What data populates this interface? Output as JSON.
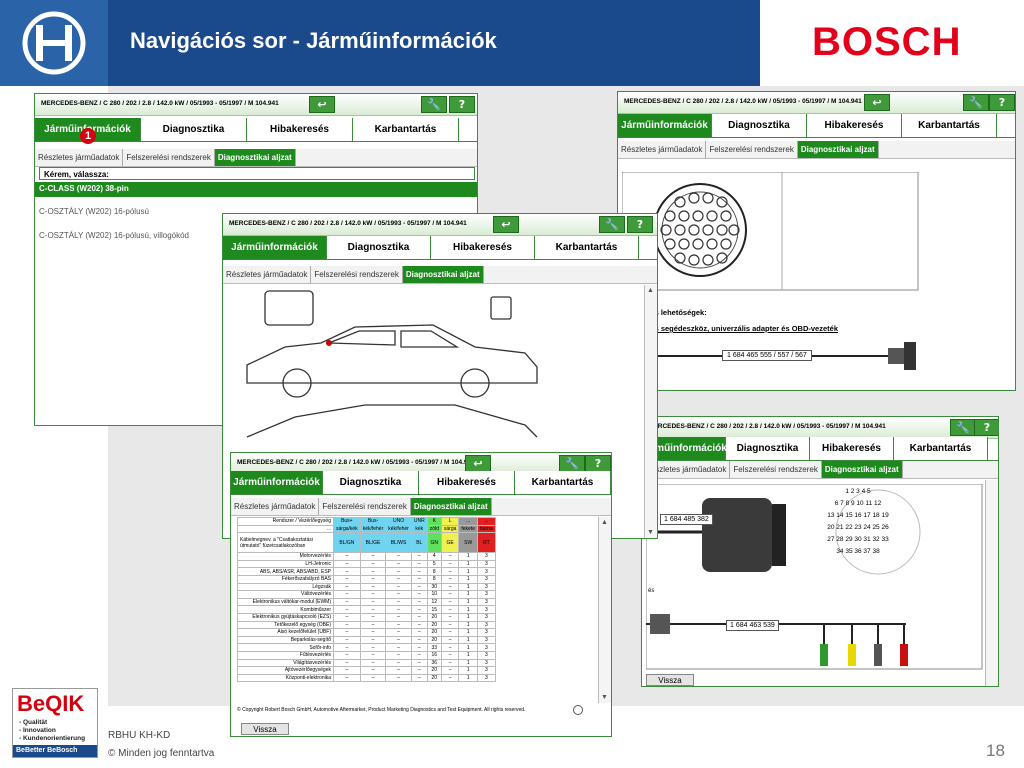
{
  "slide": {
    "title": "Navigációs sor - Járműinformációk",
    "brand": "BOSCH",
    "footer_left1": "RBHU  KH-KD",
    "footer_left2": "© Minden jog fenntartva",
    "page_number": "18",
    "beqik": {
      "logo": "BeQIK",
      "lines": [
        "- Qualität",
        "- Innovation",
        "- Kundenorientierung"
      ],
      "strip": "BeBetter  BeBosch"
    }
  },
  "vehicle_line": "MERCEDES-BENZ / C 280 / 202 / 2.8 / 142.0 kW / 05/1993 - 05/1997 / M 104.941",
  "tabs": [
    "Járműinformációk",
    "Diagnosztika",
    "Hibakeresés",
    "Karbantartás"
  ],
  "subtabs": [
    "Részletes járműadatok",
    "Felszerelési rendszerek",
    "Diagnosztikai aljzat"
  ],
  "callout": "1",
  "win1": {
    "prompt": "Kérem, válassza:",
    "options": [
      "C-CLASS (W202) 38-pin",
      "C-OSZTÁLY (W202) 16-pólusú",
      "C-OSZTÁLY (W202) 16-pólusú, villogókód"
    ]
  },
  "win2": {
    "section_text": "ós lehetőségek:",
    "link_text": "ós segédeszköz, univerzális adapter és OBD-vezeték",
    "cable_part": "1 684 465 555 / 557 / 567"
  },
  "win4": {
    "part_top": "1 684 485 382",
    "part_bottom": "1 684 463 539",
    "pin_rows": [
      "1 2 3 4 5",
      "6 7 8 9 10 11 12",
      "13 14 15 16 17 18 19",
      "20 21 22 23 24 25 26",
      "27 28 29 30 31 32 33",
      "34 35 36 37 38"
    ],
    "small_text": "és",
    "back_label": "Vissza"
  },
  "win5": {
    "header_cols": [
      "Bus+",
      "Bus-",
      "UNO",
      "UNR",
      "K",
      "L",
      "...",
      "..."
    ],
    "header_row2": [
      "",
      "sárga/kék",
      "kék/fehér",
      "kék/fehér",
      "kék",
      "zöld",
      "sárga",
      "fekete",
      "barna"
    ],
    "header_labels": [
      "Rendszer / Vezérlőegység",
      "...",
      "Kábelmegnev. a \"Csatlakoztatási útmutató\" füzetcsatlakozóban"
    ],
    "header_row3": [
      "BL/GN",
      "BL/GE",
      "BL/WS",
      "BL",
      "GN",
      "GE",
      "SW",
      "RT"
    ],
    "rows": [
      [
        "Motorvezérlés",
        "–",
        "–",
        "–",
        "–",
        "4",
        "–",
        "1",
        "3"
      ],
      [
        "LH-Jetronic",
        "–",
        "–",
        "–",
        "–",
        "5",
        "–",
        "1",
        "3"
      ],
      [
        "ABS, ABS/ASR, ABS/ABD, ESP",
        "–",
        "–",
        "–",
        "–",
        "8",
        "–",
        "1",
        "3"
      ],
      [
        "Fékerőszabályzó BAS",
        "–",
        "–",
        "–",
        "–",
        "8",
        "–",
        "1",
        "3"
      ],
      [
        "Légzsák",
        "–",
        "–",
        "–",
        "–",
        "30",
        "–",
        "1",
        "3"
      ],
      [
        "Váltóvezérlés",
        "–",
        "–",
        "–",
        "–",
        "10",
        "–",
        "1",
        "3"
      ],
      [
        "Elektronikus váltókar-modul (EWM)",
        "–",
        "–",
        "–",
        "–",
        "12",
        "–",
        "1",
        "3"
      ],
      [
        "Kombiműszer",
        "–",
        "–",
        "–",
        "–",
        "15",
        "–",
        "1",
        "3"
      ],
      [
        "Elektronikus gyújtáskapcsoló (EZS)",
        "–",
        "–",
        "–",
        "–",
        "20",
        "–",
        "1",
        "3"
      ],
      [
        "Tetőkezelő egység (OBE)",
        "–",
        "–",
        "–",
        "–",
        "20",
        "–",
        "1",
        "3"
      ],
      [
        "Alsó kezelőfelület (UBF)",
        "–",
        "–",
        "–",
        "–",
        "20",
        "–",
        "1",
        "3"
      ],
      [
        "Beparkolás-segítő",
        "–",
        "–",
        "–",
        "–",
        "20",
        "–",
        "1",
        "3"
      ],
      [
        "Sofőr-info",
        "–",
        "–",
        "–",
        "–",
        "33",
        "–",
        "1",
        "3"
      ],
      [
        "Fűtésvezérlés",
        "–",
        "–",
        "–",
        "–",
        "16",
        "–",
        "1",
        "3"
      ],
      [
        "Világításvezérlés",
        "–",
        "–",
        "–",
        "–",
        "36",
        "–",
        "1",
        "3"
      ],
      [
        "Ajtóvezérlőegységek",
        "–",
        "–",
        "–",
        "–",
        "20",
        "–",
        "1",
        "3"
      ],
      [
        "Központi-elektronika",
        "–",
        "–",
        "–",
        "–",
        "20",
        "–",
        "1",
        "3"
      ]
    ],
    "copyright": "© Copyright Robert Bosch GmbH, Automotive Aftermarket, Product Marketing Diagnostics and Test Equipment. All rights reserved.",
    "back_label": "Vissza"
  },
  "colors": {
    "header_blue": "#1b4a8c",
    "brand_red": "#e2001a",
    "tab_green": "#1e8a1e"
  }
}
